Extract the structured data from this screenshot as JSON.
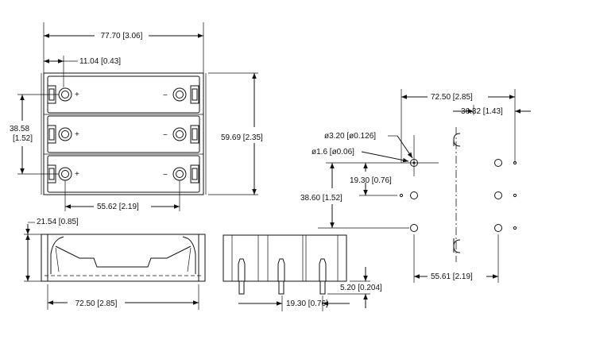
{
  "drawing": {
    "colors": {
      "ink": "#111111",
      "paper": "#ffffff"
    },
    "top_view": {
      "overall_width": "77.70 [3.06]",
      "contact_offset": "11.04 [0.43]",
      "cell_pitch": "38.58\n[1.52]",
      "pitch_line1": "38.58",
      "pitch_line2": "[1.52]",
      "overall_height": "59.69 [2.35]",
      "hole_spacing": "55.62 [2.19]",
      "plus_symbol": "+",
      "minus_symbol": "−"
    },
    "side_view": {
      "height": "21.54 [0.85]",
      "length": "72.50 [2.85]"
    },
    "pin_view": {
      "pin_spacing": "19.30 [0.76]",
      "pin_length": "5.20 [0.204]"
    },
    "pcb_layout": {
      "pad_span": "72.50 [2.85]",
      "end_offset": "36.32 [1.43]",
      "large_hole": "ø3.20 [ø0.126]",
      "small_hole": "ø1.6 [ø0.06]",
      "row_pitch": "19.30 [0.76]",
      "row_span": "38.60 [1.52]",
      "hole_span": "55.61 [2.19]"
    }
  }
}
